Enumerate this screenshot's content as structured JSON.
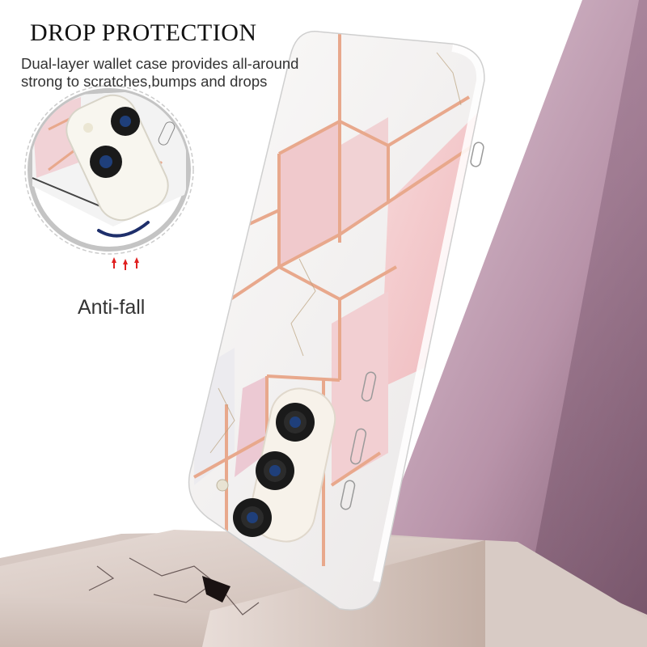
{
  "banner": {
    "title": "DROP PROTECTION",
    "description_line1": "Dual-layer wallet case provides all-around",
    "description_line2": "strong to scratches,bumps and drops"
  },
  "inset": {
    "caption": "Anti-fall",
    "arrow_count": 3,
    "arrow_color": "#e02020",
    "impact_arc_color": "#1e2f6b"
  },
  "product": {
    "type": "phone case",
    "pattern": "pink and white marble hexagon with rose-gold lines",
    "camera_count": 3
  },
  "colors": {
    "background": "#ffffff",
    "wall_purple": "#b08aa3",
    "wall_dark": "#7d5a70",
    "pedestal_top": "#d9ccc6",
    "pedestal_side": "#c7b6ae",
    "marble_pink": "#f2c9cc",
    "marble_white": "#f4f2f1",
    "rose_gold": "#e8a88c"
  }
}
